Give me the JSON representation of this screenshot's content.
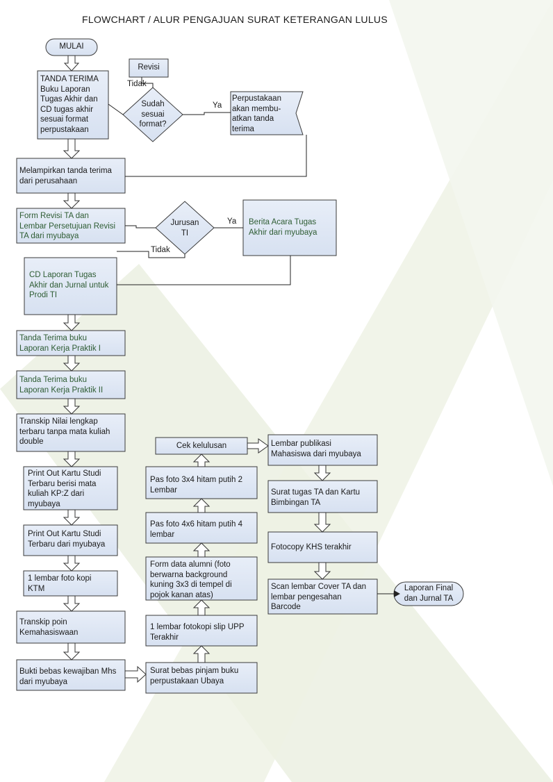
{
  "title": "FLOWCHART / ALUR PENGAJUAN SURAT KETERANGAN LULUS",
  "terminals": {
    "start": "MULAI",
    "end": "Laporan Final\ndan Jurnal TA"
  },
  "left_column": {
    "tanda_terima": "TANDA TERIMA\nBuku Laporan\nTugas Akhir dan\nCD tugas akhir\nsesuai format\nperpustakaan",
    "lampiran": "Melampirkan tanda terima\ndari perusahaan",
    "form_revisi": "Form Revisi TA dan\nLembar Persetujuan Revisi\nTA dari myubaya",
    "cd_laporan": "CD Laporan Tugas\nAkhir dan Jurnal untuk\nProdi TI",
    "kp1": "Tanda Terima buku\nLaporan Kerja Praktik I",
    "kp2": "Tanda Terima buku\nLaporan Kerja Praktik II",
    "transkip_nilai": "Transkip Nilai lengkap\nterbaru tanpa mata kuliah\ndouble",
    "krs_kpz": "Print Out Kartu Studi\nTerbaru berisi mata\nkuliah KP:Z dari\nmyubaya",
    "krs": "Print Out Kartu Studi\nTerbaru dari myubaya",
    "ktm": "1 lembar foto kopi\nKTM",
    "poin": "Transkip poin\nKemahasiswaan",
    "bebas_mhs": "Bukti bebas kewajiban Mhs\ndari myubaya"
  },
  "top_right": {
    "revisi": "Revisi",
    "decision_format": "Sudah\nsesuai\nformat?",
    "perpustakaan": "Perpustakaan\nakan membu-\natkan tanda\nterima",
    "decision_jurusan": "Jurusan\nTI",
    "berita_acara": "Berita Acara Tugas\nAkhir dari myubaya",
    "ya_1": "Ya",
    "tidak_1": "Tidak",
    "ya_2": "Ya",
    "tidak_2": "Tidak"
  },
  "middle_column": {
    "bebas_pinjam": "Surat bebas pinjam buku\nperpustakaan Ubaya",
    "slip_upp": "1 lembar fotokopi slip UPP\nTerakhir",
    "data_alumni": "Form data alumni (foto\nberwarna background\nkuning 3x3 di tempel di\npojok kanan atas)",
    "foto_4x6": "Pas foto 4x6 hitam putih 4\nlembar",
    "foto_3x4": "Pas foto 3x4 hitam putih 2\nLembar",
    "cek_kelulusan": "Cek kelulusan"
  },
  "right_column": {
    "publikasi": "Lembar publikasi\nMahasiswa dari myubaya",
    "surat_tugas": "Surat tugas TA dan Kartu\nBimbingan TA",
    "khs": "Fotocopy KHS terakhir",
    "scan_cover": "Scan lembar Cover TA dan\nlembar pengesahan\nBarcode"
  },
  "colors": {
    "box_fill": "#dfe7f5",
    "box_stroke": "#3a3a3a",
    "background_band": "#e9eee0",
    "green_text": "#2e5c33"
  }
}
